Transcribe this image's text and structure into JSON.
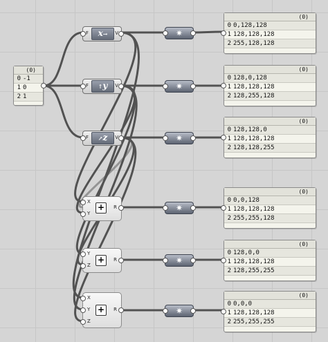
{
  "input_panel": {
    "header": "(0)",
    "rows": [
      {
        "index": "0",
        "value": "-1"
      },
      {
        "index": "1",
        "value": "0"
      },
      {
        "index": "2",
        "value": "1"
      }
    ]
  },
  "vector_components": [
    {
      "name": "unit-x",
      "in_label": "F",
      "out_label": "V",
      "symbol": "x"
    },
    {
      "name": "unit-y",
      "in_label": "F",
      "out_label": "V",
      "symbol": "y"
    },
    {
      "name": "unit-z",
      "in_label": "F",
      "out_label": "V",
      "symbol": "z"
    }
  ],
  "addition_components": [
    {
      "name": "add-xy",
      "inputs": [
        "X",
        "Y"
      ],
      "output": "R",
      "symbol": "+"
    },
    {
      "name": "add-yz",
      "inputs": [
        "Y",
        "Z"
      ],
      "output": "R",
      "symbol": "+"
    },
    {
      "name": "add-xyz",
      "inputs": [
        "X",
        "Y",
        "Z"
      ],
      "output": "R",
      "symbol": "+"
    }
  ],
  "colour_panels": [
    {
      "header": "(0)",
      "rows": [
        {
          "index": "0",
          "value": "0,128,128"
        },
        {
          "index": "1",
          "value": "128,128,128"
        },
        {
          "index": "2",
          "value": "255,128,128"
        }
      ]
    },
    {
      "header": "(0)",
      "rows": [
        {
          "index": "0",
          "value": "128,0,128"
        },
        {
          "index": "1",
          "value": "128,128,128"
        },
        {
          "index": "2",
          "value": "128,255,128"
        }
      ]
    },
    {
      "header": "(0)",
      "rows": [
        {
          "index": "0",
          "value": "128,128,0"
        },
        {
          "index": "1",
          "value": "128,128,128"
        },
        {
          "index": "2",
          "value": "128,128,255"
        }
      ]
    },
    {
      "header": "(0)",
      "rows": [
        {
          "index": "0",
          "value": "0,0,128"
        },
        {
          "index": "1",
          "value": "128,128,128"
        },
        {
          "index": "2",
          "value": "255,255,128"
        }
      ]
    },
    {
      "header": "(0)",
      "rows": [
        {
          "index": "0",
          "value": "128,0,0"
        },
        {
          "index": "1",
          "value": "128,128,128"
        },
        {
          "index": "2",
          "value": "128,255,255"
        }
      ]
    },
    {
      "header": "(0)",
      "rows": [
        {
          "index": "0",
          "value": "0,0,0"
        },
        {
          "index": "1",
          "value": "128,128,128"
        },
        {
          "index": "2",
          "value": "255,255,255"
        }
      ]
    }
  ],
  "colors": {
    "canvas": "#d5d5d5",
    "wire": "#4a4a4a",
    "panel_bg": "#f4f4ec",
    "component_core": "#7a8190"
  }
}
